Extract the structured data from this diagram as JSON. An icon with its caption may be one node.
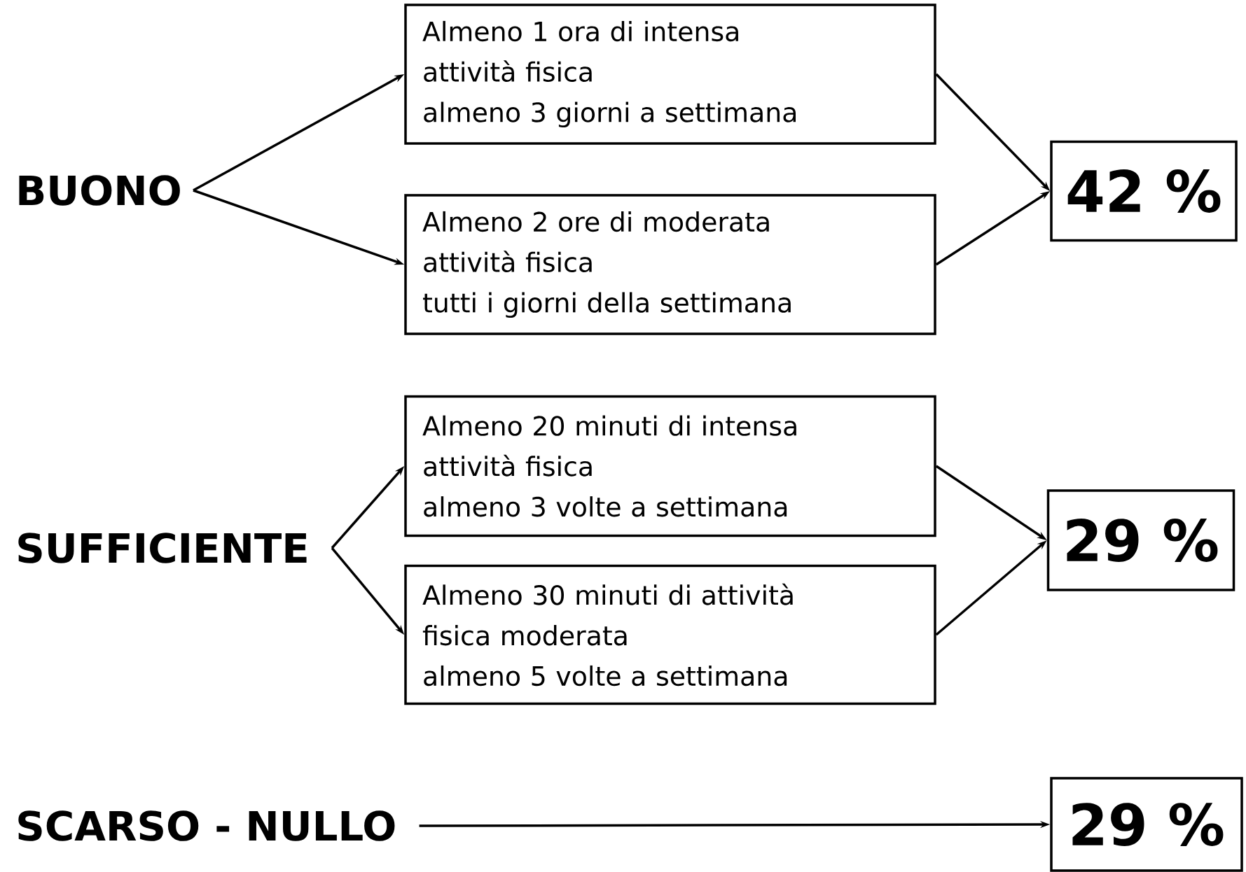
{
  "diagram": {
    "nodes": [
      {
        "text": [
          "BUONO"
        ]
      },
      {
        "text": [
          "Almeno 1 ora di intensa",
          "attività fisica",
          "almeno 3 giorni a settimana"
        ]
      },
      {
        "text": [
          "Almeno 2 ore di moderata",
          "attività fisica",
          "tutti i giorni della settimana"
        ]
      },
      {
        "text": [
          "42 %"
        ]
      },
      {
        "text": [
          "SUFFICIENTE"
        ]
      },
      {
        "text": [
          "Almeno 20 minuti di intensa",
          "attività fisica",
          "almeno 3 volte a settimana"
        ]
      },
      {
        "text": [
          "Almeno 30 minuti di attività",
          "fisica moderata",
          "almeno 5 volte a settimana"
        ]
      },
      {
        "text": [
          "29 %"
        ]
      },
      {
        "text": [
          "SCARSO - NULLO"
        ]
      },
      {
        "text": [
          "29 %"
        ]
      }
    ],
    "edges": [
      {
        "from": 0,
        "to": 1,
        "arrow": "to"
      },
      {
        "from": 0,
        "to": 2,
        "arrow": "to"
      },
      {
        "from": 1,
        "to": 3,
        "arrow": "to"
      },
      {
        "from": 2,
        "to": 3,
        "arrow": "to"
      },
      {
        "from": 4,
        "to": 5,
        "arrow": "to"
      },
      {
        "from": 4,
        "to": 6,
        "arrow": "to"
      },
      {
        "from": 5,
        "to": 7,
        "arrow": "to"
      },
      {
        "from": 6,
        "to": 7,
        "arrow": "to"
      },
      {
        "from": 8,
        "to": 9,
        "arrow": "to"
      }
    ]
  }
}
